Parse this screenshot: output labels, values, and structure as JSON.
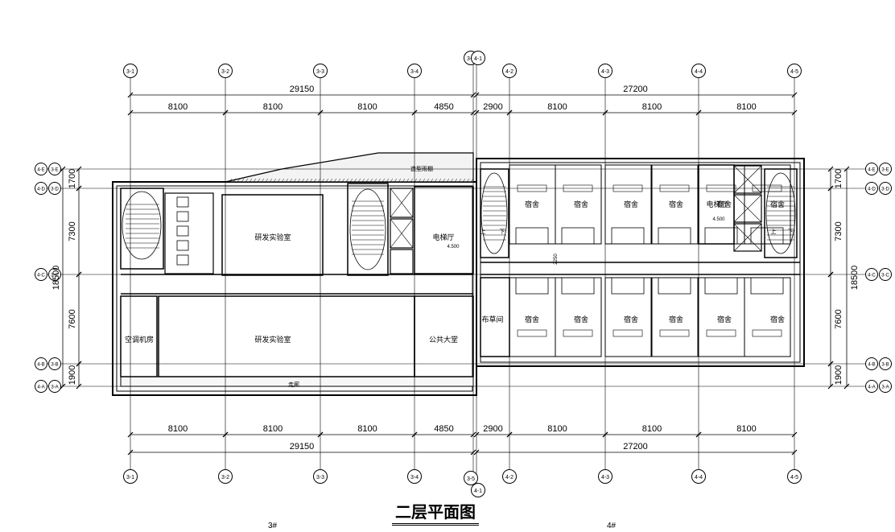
{
  "title": "二层平面图",
  "building_labels": [
    "3#",
    "4#"
  ],
  "axes_top": [
    "3-1",
    "3-2",
    "3-3",
    "3-4",
    "3-5",
    "4-1",
    "4-2",
    "4-3",
    "4-4",
    "4-5"
  ],
  "axes_left": [
    "4-E",
    "4-D",
    "4-C",
    "4-B",
    "4-A"
  ],
  "axes_left_b": [
    "3-E",
    "3-D",
    "3-C",
    "3-B",
    "3-A"
  ],
  "axes_right": [
    "4-E",
    "4-D",
    "4-C",
    "4-B",
    "4-A"
  ],
  "axes_right_b": [
    "3-E",
    "3-D",
    "3-C",
    "3-B",
    "3-A"
  ],
  "dims_horizontal": {
    "total_3": "29150",
    "total_4": "27200",
    "bays_3": [
      "8100",
      "8100",
      "8100",
      "4850"
    ],
    "bays_4": [
      "2900",
      "8100",
      "8100",
      "8100"
    ]
  },
  "dims_vertical": {
    "segments": [
      "1700",
      "7300",
      "7600",
      "1900"
    ],
    "total": "18500"
  },
  "rooms": {
    "lab_top": "研发实验室",
    "lab_bottom": "研发实验室",
    "ac_room": "空调机房",
    "lobby": "公共大堂",
    "elevator_hall_3": "电梯厅",
    "elevator_hall_4": "电梯厅",
    "linen_room": "布草间",
    "dorm": "宿舍"
  },
  "small_labels": {
    "canopy": "造型雨棚",
    "level_1": "4.500",
    "level_2": "4.500",
    "dim_2250": "2250",
    "up": "上",
    "down": "下",
    "bottom_strip": "走廊"
  }
}
